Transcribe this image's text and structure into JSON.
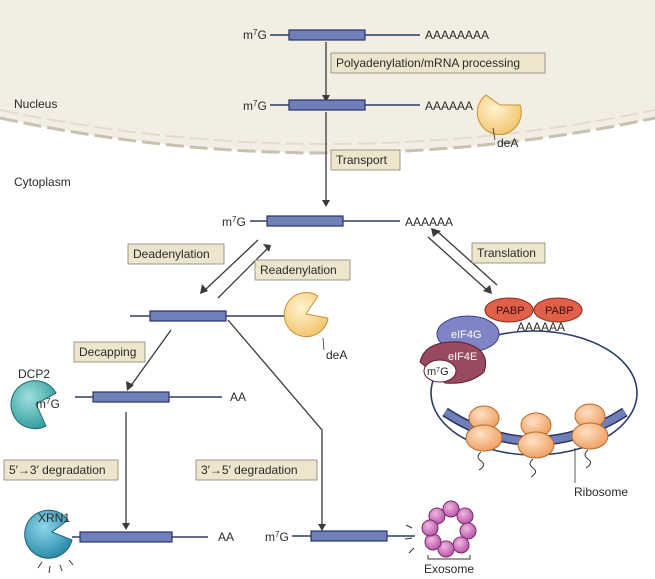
{
  "regions": {
    "nucleus": "Nucleus",
    "cytoplasm": "Cytoplasm"
  },
  "cap": "m7G",
  "tails": {
    "long": "AAAAAAAA",
    "medium": "AAAAAA",
    "short": "AA"
  },
  "steps": {
    "polyadenylation": "Polyadenylation/mRNA processing",
    "transport": "Transport",
    "deadenylation": "Deadenylation",
    "readenylation": "Readenylation",
    "translation": "Translation",
    "decapping": "Decapping",
    "degradation_5to3": "5′→3′ degradation",
    "degradation_3to5": "3′→5′ degradation"
  },
  "proteins": {
    "dea": "deA",
    "pabp": "PABP",
    "eif4g": "eIF4G",
    "eif4e": "eIF4E",
    "dcp2": "DCP2",
    "xrn1": "XRN1",
    "exosome": "Exosome",
    "ribosome": "Ribosome"
  },
  "colors": {
    "membrane": "#f1ebdf",
    "mrna_bar": "#6f7fb8",
    "label_box": "#ede6cc",
    "dea": "#f7d089",
    "pabp": "#e0604a",
    "eif4g": "#7f84c4",
    "eif4e": "#9a4a5e",
    "dcp2": "#3aa6a6",
    "xrn1": "#2f98b4",
    "exosome": "#c35fb0",
    "ribosome": "#f4b27c"
  }
}
